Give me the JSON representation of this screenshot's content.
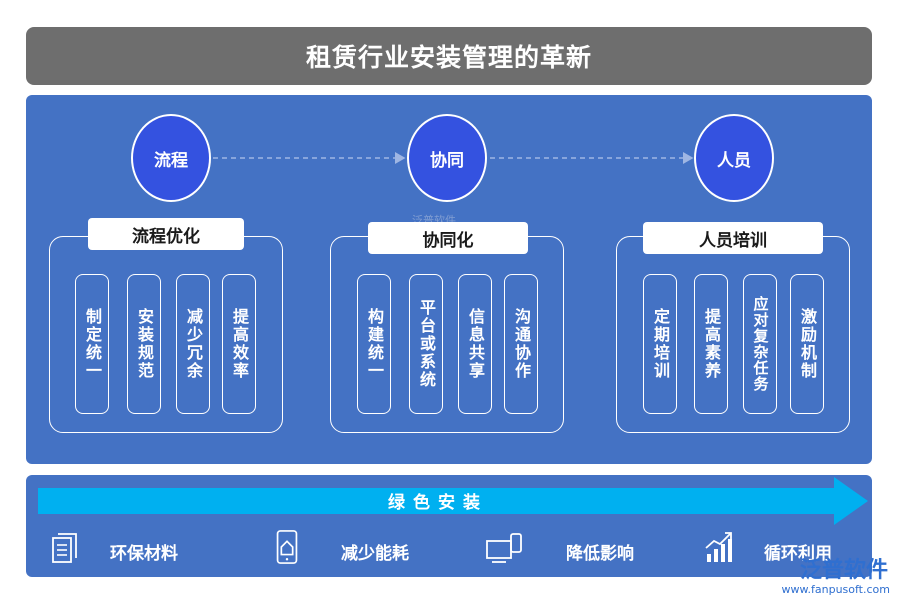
{
  "title": "租赁行业安装管理的革新",
  "nodes": [
    {
      "label": "流程"
    },
    {
      "label": "协同"
    },
    {
      "label": "人员"
    }
  ],
  "groups": [
    {
      "label": "流程优化",
      "items": [
        "制定统一",
        "安装规范",
        "减少冗余",
        "提高效率"
      ]
    },
    {
      "label": "协同化",
      "items": [
        "构建统一",
        "平台或系统",
        "信息共享",
        "沟通协作"
      ]
    },
    {
      "label": "人员培训",
      "items": [
        "定期培训",
        "提高素养",
        "应对复杂任务",
        "激励机制"
      ]
    }
  ],
  "banner": {
    "label": "绿色安装"
  },
  "features": [
    {
      "label": "环保材料",
      "icon": "document-icon"
    },
    {
      "label": "减少能耗",
      "icon": "phone-home-icon"
    },
    {
      "label": "降低影响",
      "icon": "devices-icon"
    },
    {
      "label": "循环利用",
      "icon": "growth-chart-icon"
    }
  ],
  "watermark": {
    "brand": "泛普软件",
    "url": "www.fanpusoft.com",
    "mid": "泛普软件"
  },
  "colors": {
    "title_bar": "#6e6e6e",
    "panel": "#4472c4",
    "node": "#3452e0",
    "banner": "#00b0f0"
  }
}
